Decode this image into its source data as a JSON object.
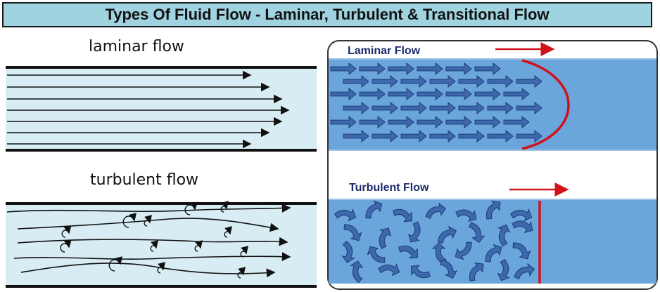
{
  "title": "Types Of Fluid Flow - Laminar, Turbulent & Transitional Flow",
  "left": {
    "laminar_label": "laminar flow",
    "turbulent_label": "turbulent flow"
  },
  "right": {
    "laminar_label": "Laminar Flow",
    "turbulent_label": "Turbulent Flow"
  },
  "colors": {
    "title_bg": "#9fd3df",
    "pipe_fill": "#d7edf3",
    "panel_blue": "#6aa6dc",
    "arrow_blue": "#3a5fa0",
    "red": "#d0121b"
  }
}
